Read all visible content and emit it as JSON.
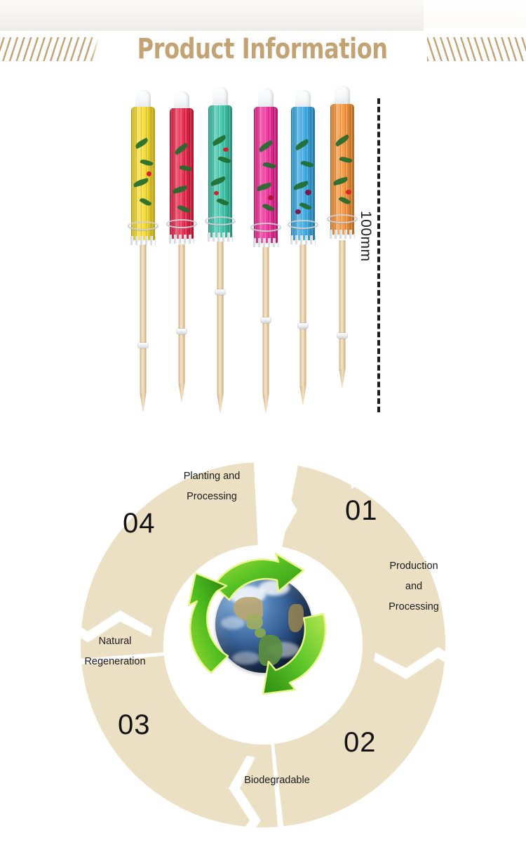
{
  "header": {
    "title": "Product Information",
    "hatch_left_icon": "hatch-marks-left-icon",
    "hatch_right_icon": "hatch-marks-right-icon",
    "accent_color": "#c3a373"
  },
  "product_photo": {
    "alt": "Six closed paper cocktail umbrella picks in a row",
    "dimension_label": "100mm",
    "picks": [
      {
        "color_name": "yellow",
        "hex": "#f5d81c",
        "dark": "#c9a900"
      },
      {
        "color_name": "red",
        "hex": "#e8143c",
        "dark": "#a60c28"
      },
      {
        "color_name": "teal",
        "hex": "#2fc3a4",
        "dark": "#16866f"
      },
      {
        "color_name": "magenta",
        "hex": "#ef1d92",
        "dark": "#b00c68"
      },
      {
        "color_name": "blue",
        "hex": "#29a3e2",
        "dark": "#1170a8"
      },
      {
        "color_name": "orange",
        "hex": "#f68b29",
        "dark": "#c05f0c"
      }
    ]
  },
  "cycle": {
    "ring_color": "#ece0c4",
    "center_icon": "recycling-globe-icon",
    "segments": [
      {
        "number": "01",
        "label": "Production\nand\nProcessing",
        "label_lines": [
          "Production",
          "and",
          "Processing"
        ]
      },
      {
        "number": "02",
        "label": "Biodegradable",
        "label_lines": [
          "Biodegradable"
        ]
      },
      {
        "number": "03",
        "label": "Natural\nRegeneration",
        "label_lines": [
          "Natural",
          "Regeneration"
        ]
      },
      {
        "number": "04",
        "label": "Planting and\nProcessing",
        "label_lines": [
          "Planting and",
          "Processing"
        ]
      }
    ]
  }
}
